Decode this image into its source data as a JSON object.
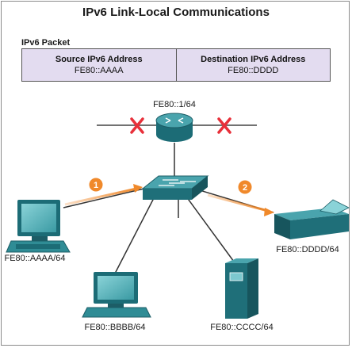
{
  "title": "IPv6 Link-Local Communications",
  "packet": {
    "label": "IPv6 Packet",
    "source_header": "Source IPv6 Address",
    "source_value": "FE80::AAAA",
    "dest_header": "Destination IPv6 Address",
    "dest_value": "FE80::DDDD"
  },
  "router": {
    "address": "FE80::1/64",
    "icon": "router-icon"
  },
  "switch": {
    "icon": "switch-icon"
  },
  "hosts": {
    "sender": {
      "address": "FE80::AAAA/64",
      "icon": "pc-icon"
    },
    "host_b": {
      "address": "FE80::BBBB/64",
      "icon": "pc-icon"
    },
    "server_c": {
      "address": "FE80::CCCC/64",
      "icon": "server-icon"
    },
    "printer_d": {
      "address": "FE80::DDDD/64",
      "icon": "printer-icon"
    }
  },
  "steps": [
    {
      "number": "1",
      "color": "#f0892b"
    },
    {
      "number": "2",
      "color": "#f0892b"
    }
  ],
  "colors": {
    "device_teal": "#2f8c95",
    "device_teal_dark": "#1c5d66",
    "block_red": "#e8303a",
    "arrow_orange": "#f0892b",
    "packet_bg": "#e3dcf0"
  }
}
